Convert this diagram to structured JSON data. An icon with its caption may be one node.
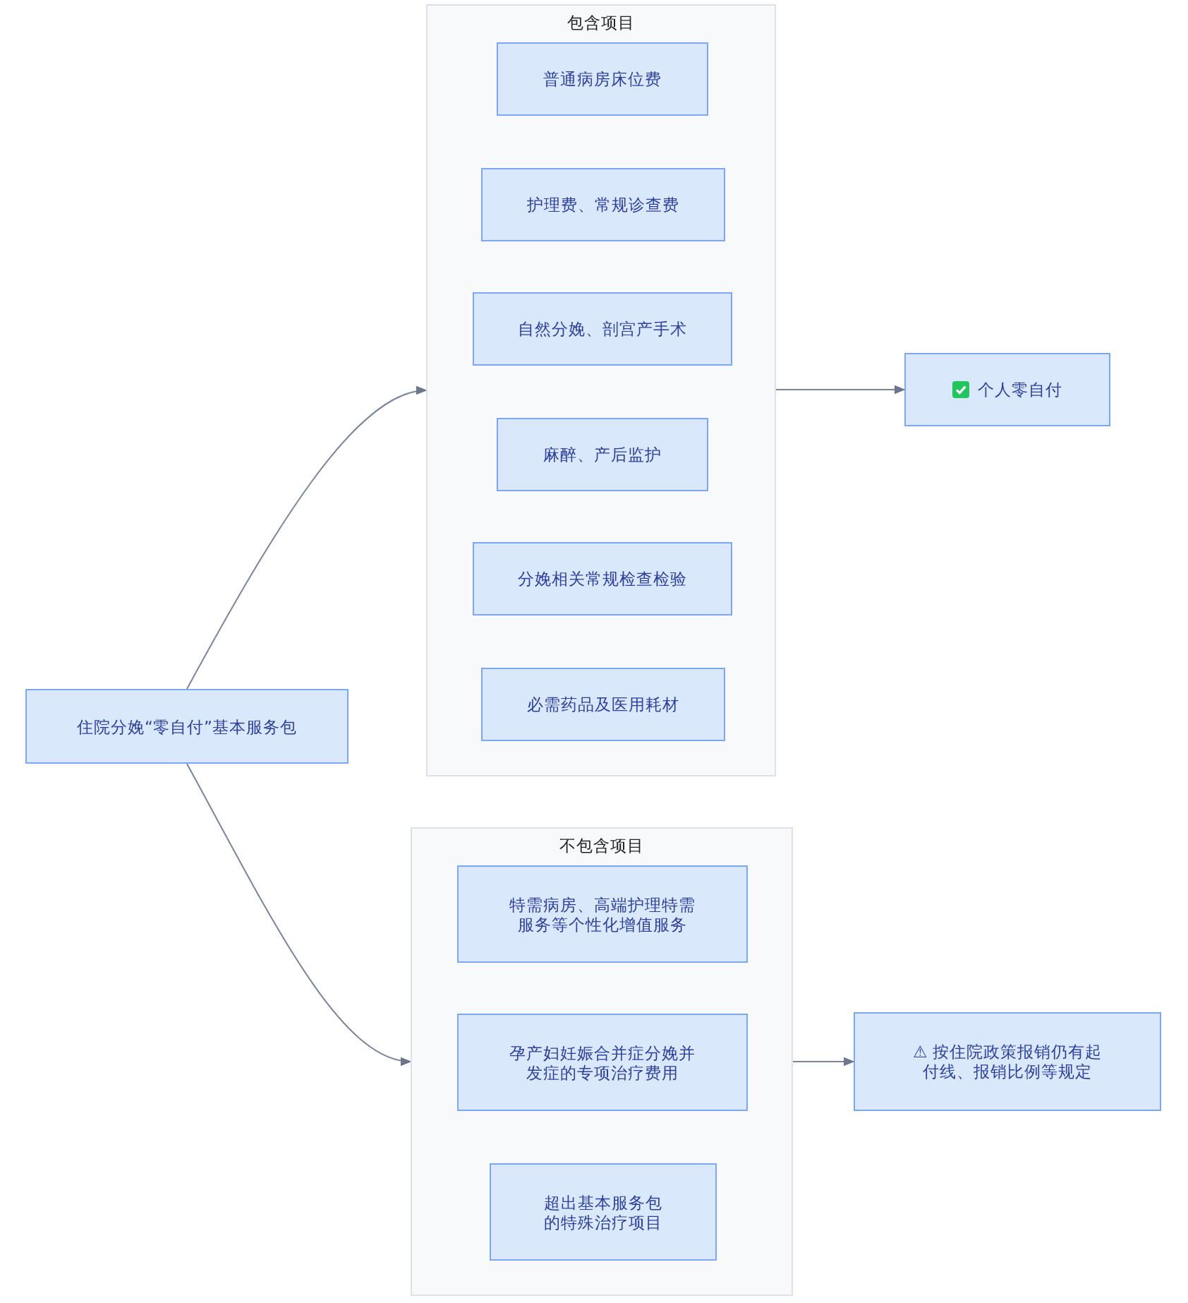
{
  "diagram": {
    "nodes": [
      {
        "text": [
          "住院分娩“零自付”基本服务包"
        ]
      },
      {
        "text": [
          "包含项目"
        ]
      },
      {
        "text": [
          "普通病房床位费"
        ],
        "in": 1
      },
      {
        "text": [
          "护理费、常规诊查费"
        ],
        "in": 1
      },
      {
        "text": [
          "自然分娩、剖宫产手术"
        ],
        "in": 1
      },
      {
        "text": [
          "麻醉、产后监护"
        ],
        "in": 1
      },
      {
        "text": [
          "分娩相关常规检查检验"
        ],
        "in": 1
      },
      {
        "text": [
          "必需药品及医用耗材"
        ],
        "in": 1
      },
      {
        "text": [
          "不包含项目"
        ]
      },
      {
        "text": [
          "特需病房、高端护理特需服务等个性化增值服务"
        ],
        "in": 8
      },
      {
        "text": [
          "孕产妇妊娠合并症分娩并发症的专项治疗费用"
        ],
        "in": 8
      },
      {
        "text": [
          "超出基本服务包的特殊治疗项目"
        ],
        "in": 8
      },
      {
        "text": [
          "个人零自付"
        ]
      },
      {
        "text": [
          "⚠ 按住院政策报销仍有起付线、报销比例等规定"
        ]
      }
    ],
    "edges": [
      {
        "from": 0,
        "to": 1,
        "arrow": "to"
      },
      {
        "from": 0,
        "to": 8,
        "arrow": "to"
      },
      {
        "from": 1,
        "to": 12,
        "arrow": "to"
      },
      {
        "from": 8,
        "to": 13,
        "arrow": "to"
      }
    ]
  }
}
